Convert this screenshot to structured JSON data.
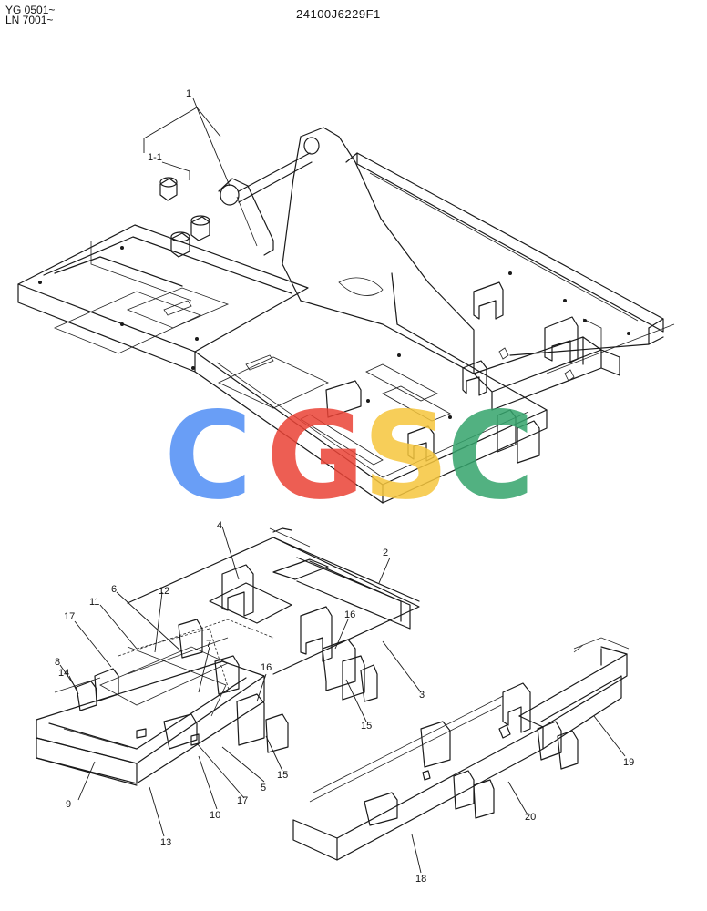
{
  "header": {
    "serial_line_1": "YG 0501~",
    "serial_line_2": "LN 7001~",
    "document_number": "24100J6229F1"
  },
  "callouts": [
    "1",
    "1-1",
    "2",
    "3",
    "4",
    "6",
    "7",
    "8",
    "9",
    "10",
    "11",
    "12",
    "13",
    "14",
    "15",
    "15",
    "16",
    "16",
    "17",
    "17",
    "18",
    "19",
    "20",
    "5"
  ],
  "watermark": {
    "letters": [
      "C",
      "G",
      "S",
      "C"
    ],
    "colors": [
      "#4f8ef5",
      "#ea4336",
      "#f6c63d",
      "#34a46c"
    ]
  }
}
